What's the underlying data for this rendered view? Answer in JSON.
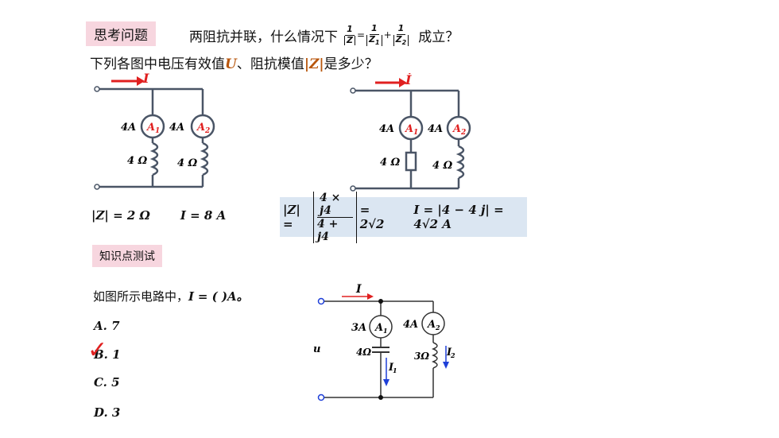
{
  "header": {
    "tag1": "思考问题",
    "question_prefix": "两阻抗并联，什么情况下",
    "frac_num": "1",
    "frac_den_z": "Z",
    "frac_den_z1": "Z",
    "frac_den_z2": "Z",
    "sub1": "1",
    "sub2": "2",
    "eq_sign": "=",
    "plus_sign": "+",
    "question_suffix": "成立？",
    "line2_a": "下列各图中电压有效值",
    "line2_u": "U",
    "line2_b": "、阻抗模值",
    "line2_z": "|Z|",
    "line2_c": "是多少？"
  },
  "circuit_left": {
    "current_label": "İ",
    "a1_current": "4A",
    "a1_label": "A",
    "a1_sub": "1",
    "a2_current": "4A",
    "a2_label": "A",
    "a2_sub": "2",
    "l1_label": "4 Ω",
    "l2_label": "4 Ω",
    "result_z": "|Z| = 2 Ω",
    "result_i": "I = 8 A"
  },
  "circuit_right": {
    "current_label": "İ",
    "a1_current": "4A",
    "a1_label": "A",
    "a1_sub": "1",
    "a2_current": "4A",
    "a2_label": "A",
    "a2_sub": "2",
    "r_label": "4 Ω",
    "l_label": "4 Ω"
  },
  "formula": {
    "z_lhs": "|Z| =",
    "frac_num": "4 × j4",
    "frac_den": "4 + j4",
    "z_rhs": "= 2√2",
    "i_expr": "I = |4 − 4 j| = 4√2 A"
  },
  "quiz": {
    "tag": "知识点测试",
    "question": "如图所示电路中，",
    "question_i": "I",
    "question_eq": "= (      )A。",
    "options": [
      {
        "label": "A.  7"
      },
      {
        "label": "B.  1"
      },
      {
        "label": "C.  5"
      },
      {
        "label": "D.  3"
      }
    ],
    "correct_mark": "✓"
  },
  "circuit_quiz": {
    "i_label": "I",
    "u_label": "u",
    "a1_current": "3A",
    "a1_label": "A",
    "a1_sub": "1",
    "a2_current": "4A",
    "a2_label": "A",
    "a2_sub": "2",
    "c_label": "4Ω",
    "l_label": "3Ω",
    "i1_label": "I",
    "i1_sub": "1",
    "i2_label": "I",
    "i2_sub": "2"
  },
  "colors": {
    "wire": "#4a5566",
    "arrow_red": "#e02020",
    "arrow_blue": "#1e3fd8",
    "ammeter_red": "#e02020",
    "tag_bg": "#f7d6df",
    "formula_bg": "#dbe6f2"
  }
}
